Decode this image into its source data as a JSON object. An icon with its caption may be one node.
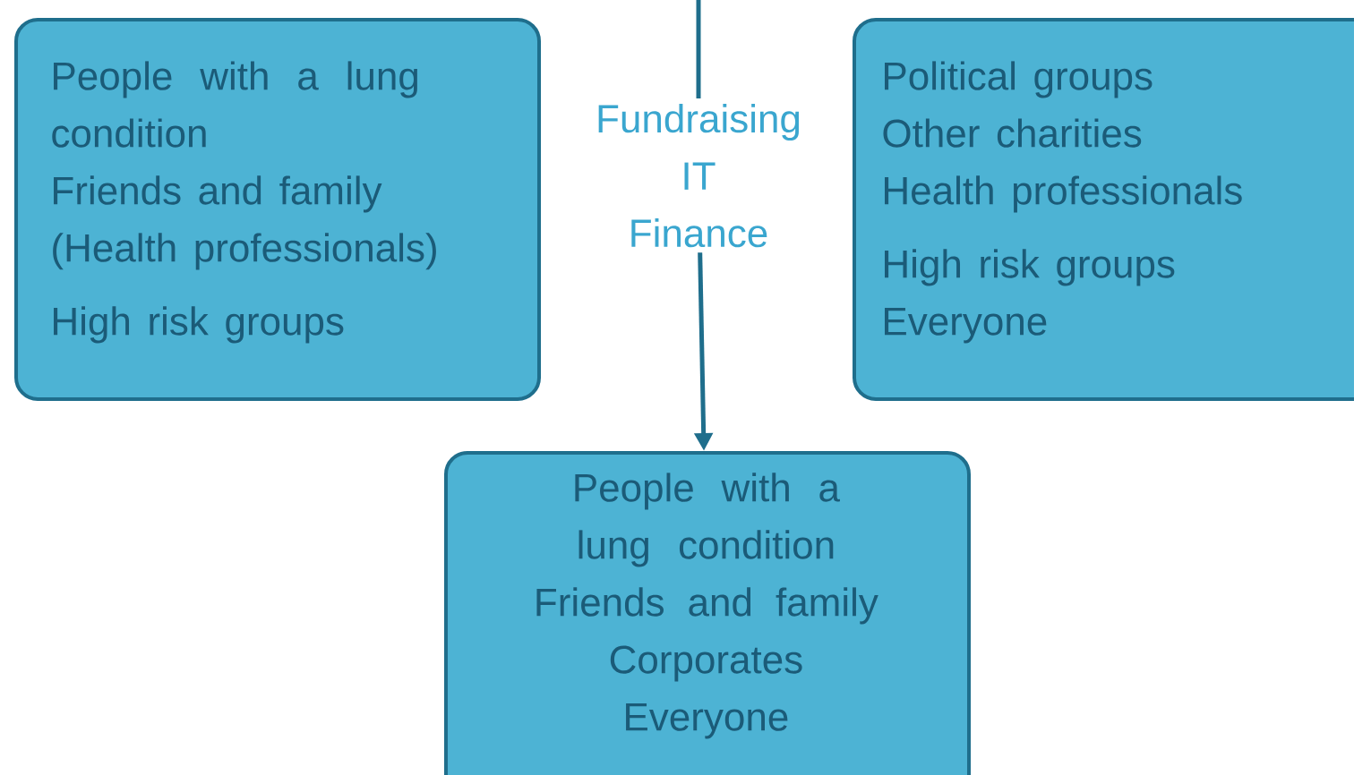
{
  "diagram": {
    "nodes": [
      {
        "text": [
          "People with a lung condition",
          "Friends and family",
          "(Health professionals)",
          "High risk groups"
        ]
      },
      {
        "text": [
          "Fundraising",
          "IT",
          "Finance"
        ]
      },
      {
        "text": [
          "Political groups",
          "Other charities",
          "Health professionals",
          "High risk groups",
          "Everyone"
        ]
      },
      {
        "text": [
          "People with a lung condition",
          "Friends and family",
          "Corporates",
          "Everyone"
        ]
      }
    ],
    "edges": [
      {
        "from": null,
        "to": 1,
        "arrow": "none"
      },
      {
        "from": 1,
        "to": 3,
        "arrow": "to"
      }
    ]
  }
}
